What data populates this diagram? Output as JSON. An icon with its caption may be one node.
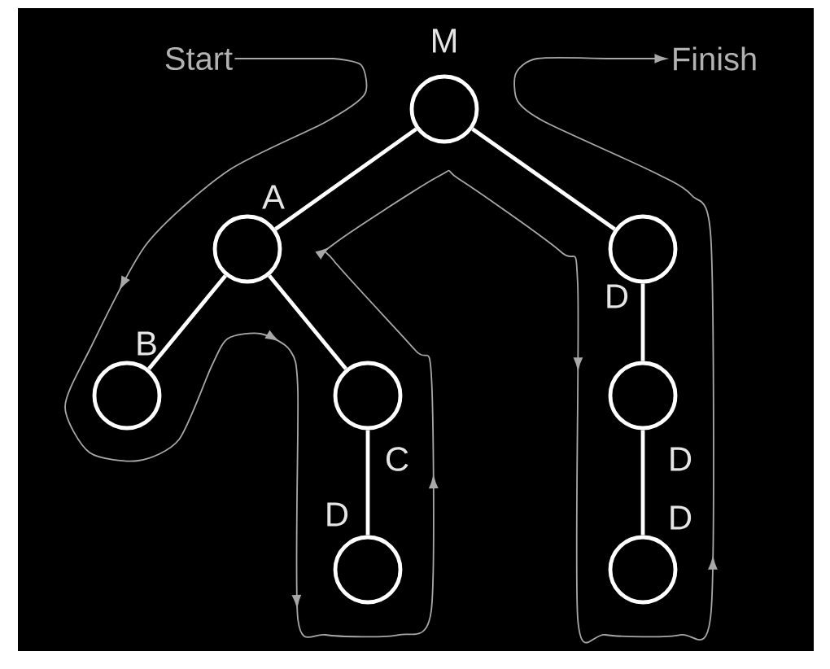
{
  "diagram": {
    "nodes": [
      {
        "text": [
          "Start"
        ]
      },
      {
        "text": [],
        "shape": "circle",
        "beside": [
          "M"
        ]
      },
      {
        "text": [
          "Finish"
        ]
      },
      {
        "text": [],
        "shape": "circle",
        "beside": [
          "A"
        ]
      },
      {
        "text": [],
        "shape": "circle",
        "beside": [
          "D"
        ]
      },
      {
        "text": [],
        "shape": "circle",
        "beside": [
          "B"
        ]
      },
      {
        "text": [],
        "shape": "circle",
        "beside": [
          "C"
        ]
      },
      {
        "text": [],
        "shape": "circle",
        "beside": [
          "D"
        ]
      },
      {
        "text": [],
        "shape": "circle",
        "beside": [
          "D"
        ]
      },
      {
        "text": [],
        "shape": "circle",
        "beside": [
          "D"
        ]
      }
    ],
    "edges": [
      {
        "from": 1,
        "to": 3,
        "arrow": "none"
      },
      {
        "from": 1,
        "to": 4,
        "arrow": "none"
      },
      {
        "from": 3,
        "to": 5,
        "arrow": "none"
      },
      {
        "from": 3,
        "to": 6,
        "arrow": "none"
      },
      {
        "from": 4,
        "to": 7,
        "arrow": "none"
      },
      {
        "from": 6,
        "to": 8,
        "arrow": "none"
      },
      {
        "from": 7,
        "to": 9,
        "arrow": "none"
      },
      {
        "from": 0,
        "to": 2,
        "arrow": "to",
        "color": "#a8a8a8"
      }
    ]
  }
}
